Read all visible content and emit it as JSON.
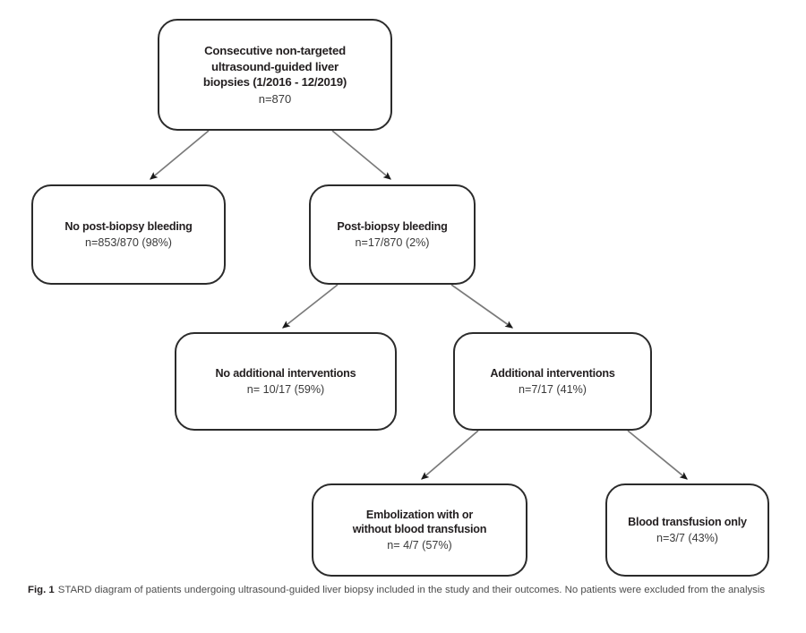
{
  "figure": {
    "caption_label": "Fig. 1",
    "caption_text": "STARD diagram of patients undergoing ultrasound-guided liver biopsy included in the study and their outcomes. No patients were excluded from the analysis"
  },
  "colors": {
    "box_border": "#2b2b2b",
    "box_fill": "#ffffff",
    "title_text": "#231f20",
    "count_text": "#3a3a3a",
    "connector": "#7a7a7a",
    "arrowhead": "#1a1a1a",
    "caption_text": "#4d4d4d",
    "page_background": "#ffffff"
  },
  "chart_data": {
    "type": "diagram",
    "title": "STARD flow diagram",
    "nodes": [
      {
        "id": "cohort",
        "level": 0,
        "title": "Consecutive non-targeted ultrasound-guided liver biopsies (1/2016 - 12/2019)",
        "title_lines": [
          "Consecutive non-targeted",
          "ultrasound-guided liver",
          "biopsies (1/2016 - 12/2019)"
        ],
        "count": "n=870",
        "n": 870
      },
      {
        "id": "no-bleeding",
        "level": 1,
        "title": "No post-biopsy bleeding",
        "title_lines": [
          "No post-biopsy bleeding"
        ],
        "count": "n=853/870 (98%)",
        "n": 853,
        "denominator": 870,
        "percent": 98
      },
      {
        "id": "bleeding",
        "level": 1,
        "title": "Post-biopsy bleeding",
        "title_lines": [
          "Post-biopsy bleeding"
        ],
        "count": "n=17/870  (2%)",
        "n": 17,
        "denominator": 870,
        "percent": 2
      },
      {
        "id": "no-intervention",
        "level": 2,
        "title": "No additional interventions",
        "title_lines": [
          "No additional interventions"
        ],
        "count": "n= 10/17 (59%)",
        "n": 10,
        "denominator": 17,
        "percent": 59
      },
      {
        "id": "intervention",
        "level": 2,
        "title": "Additional interventions",
        "title_lines": [
          "Additional interventions"
        ],
        "count": "n=7/17 (41%)",
        "n": 7,
        "denominator": 17,
        "percent": 41
      },
      {
        "id": "embolization",
        "level": 3,
        "title": "Embolization with or without blood transfusion",
        "title_lines": [
          "Embolization with or",
          "without blood transfusion"
        ],
        "count": "n= 4/7 (57%)",
        "n": 4,
        "denominator": 7,
        "percent": 57
      },
      {
        "id": "transfusion",
        "level": 3,
        "title": "Blood transfusion only",
        "title_lines": [
          "Blood transfusion only"
        ],
        "count": "n=3/7 (43%)",
        "n": 3,
        "denominator": 7,
        "percent": 43
      }
    ],
    "edges": [
      {
        "from": "cohort",
        "to": "no-bleeding"
      },
      {
        "from": "cohort",
        "to": "bleeding"
      },
      {
        "from": "bleeding",
        "to": "no-intervention"
      },
      {
        "from": "bleeding",
        "to": "intervention"
      },
      {
        "from": "intervention",
        "to": "embolization"
      },
      {
        "from": "intervention",
        "to": "transfusion"
      }
    ]
  }
}
